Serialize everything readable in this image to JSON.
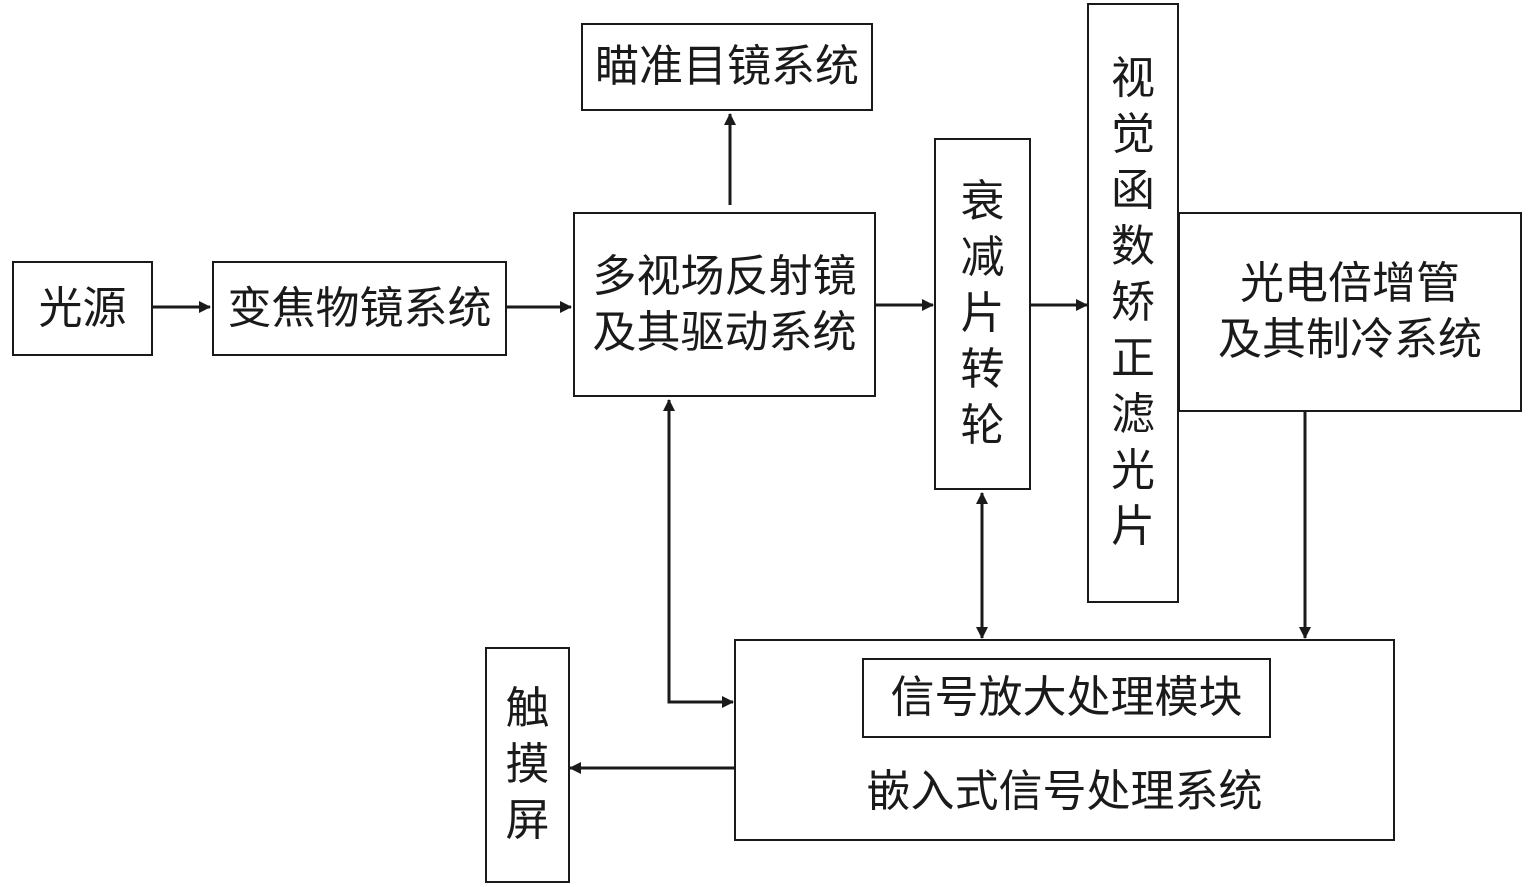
{
  "nodes": {
    "light_source": "光源",
    "zoom_objective": "变焦物镜系统",
    "aiming_eyepiece": "瞄准目镜系统",
    "multi_fov_mirror": "多视场反射镜\n及其驱动系统",
    "attenuator_wheel": "衰减片转轮",
    "vision_filter": "视觉函数矫正滤光片",
    "pmt_cooling": "光电倍增管\n及其制冷系统",
    "touch_screen": "触摸屏",
    "amp_module": "信号放大处理模块",
    "embedded_system": "嵌入式信号处理系统"
  },
  "colors": {
    "line": "#1a1a1a",
    "background": "#ffffff"
  }
}
